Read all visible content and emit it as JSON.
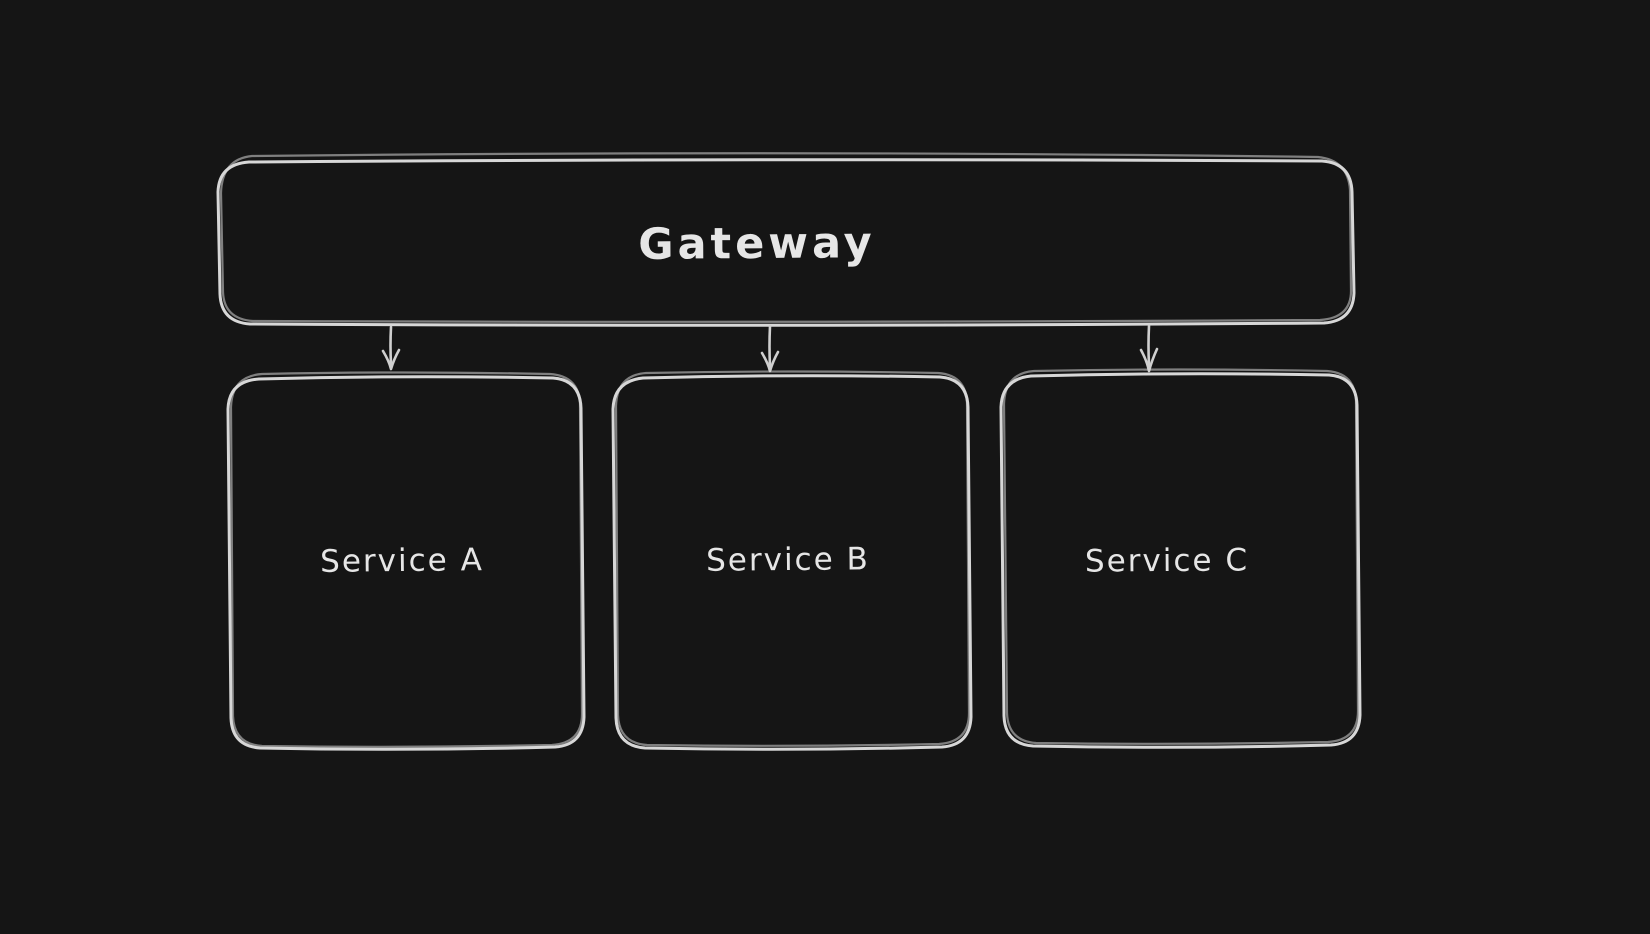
{
  "colors": {
    "background": "#151515",
    "stroke": "#d7d7d7",
    "text": "#e6e6e6"
  },
  "diagram": {
    "nodes": [
      {
        "id": "gateway",
        "label": "Gateway"
      },
      {
        "id": "service-a",
        "label": "Service A"
      },
      {
        "id": "service-b",
        "label": "Service B"
      },
      {
        "id": "service-c",
        "label": "Service C"
      }
    ],
    "edges": [
      {
        "from": "gateway",
        "to": "service-a"
      },
      {
        "from": "gateway",
        "to": "service-b"
      },
      {
        "from": "gateway",
        "to": "service-c"
      }
    ]
  }
}
